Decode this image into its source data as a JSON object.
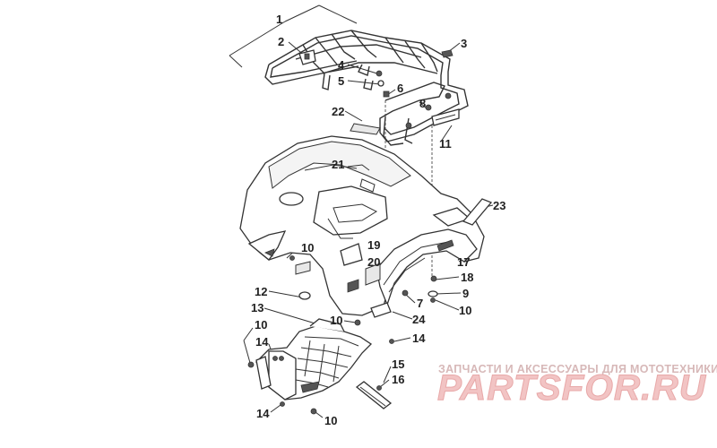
{
  "diagram": {
    "callouts": [
      {
        "id": "1",
        "text": "1"
      },
      {
        "id": "2",
        "text": "2"
      },
      {
        "id": "3",
        "text": "3"
      },
      {
        "id": "4",
        "text": "4"
      },
      {
        "id": "5",
        "text": "5"
      },
      {
        "id": "6",
        "text": "6"
      },
      {
        "id": "8",
        "text": "8"
      },
      {
        "id": "11",
        "text": "11"
      },
      {
        "id": "22",
        "text": "22"
      },
      {
        "id": "21",
        "text": "21"
      },
      {
        "id": "23",
        "text": "23"
      },
      {
        "id": "10a",
        "text": "10"
      },
      {
        "id": "19",
        "text": "19"
      },
      {
        "id": "20",
        "text": "20"
      },
      {
        "id": "17",
        "text": "17"
      },
      {
        "id": "18",
        "text": "18"
      },
      {
        "id": "9",
        "text": "9"
      },
      {
        "id": "10b",
        "text": "10"
      },
      {
        "id": "12",
        "text": "12"
      },
      {
        "id": "7",
        "text": "7"
      },
      {
        "id": "13",
        "text": "13"
      },
      {
        "id": "10c",
        "text": "10"
      },
      {
        "id": "24",
        "text": "24"
      },
      {
        "id": "10d",
        "text": "10"
      },
      {
        "id": "14a",
        "text": "14"
      },
      {
        "id": "14b",
        "text": "14"
      },
      {
        "id": "15",
        "text": "15"
      },
      {
        "id": "16",
        "text": "16"
      },
      {
        "id": "14c",
        "text": "14"
      },
      {
        "id": "10e",
        "text": "10"
      }
    ]
  },
  "watermark": {
    "caption": "ЗАПЧАСТИ И АКСЕССУАРЫ ДЛЯ МОТОТЕХНИКИ",
    "logo": "PARTSFOR.RU"
  }
}
